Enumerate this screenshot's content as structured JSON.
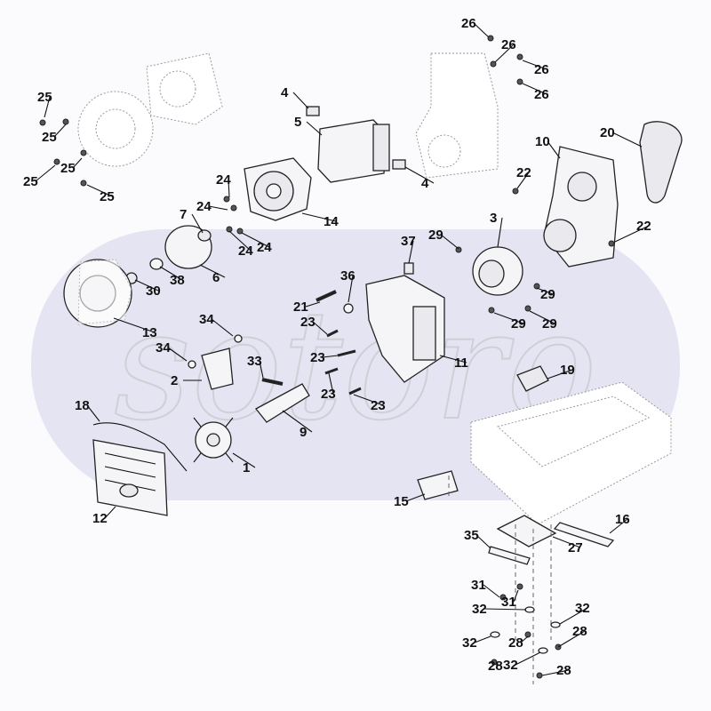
{
  "diagram": {
    "watermark": "sotoro",
    "colors": {
      "band": "#e4e4f3",
      "ink": "#111111",
      "line": "#222222",
      "ghost": "#9a9a9a"
    },
    "callouts": [
      "1",
      "2",
      "3",
      "4",
      "4",
      "5",
      "6",
      "7",
      "9",
      "10",
      "11",
      "12",
      "13",
      "14",
      "15",
      "16",
      "18",
      "19",
      "20",
      "21",
      "22",
      "22",
      "23",
      "23",
      "23",
      "23",
      "24",
      "24",
      "24",
      "24",
      "25",
      "25",
      "25",
      "25",
      "25",
      "26",
      "26",
      "26",
      "26",
      "27",
      "28",
      "28",
      "28",
      "28",
      "29",
      "29",
      "29",
      "29",
      "30",
      "31",
      "31",
      "32",
      "32",
      "32",
      "32",
      "33",
      "34",
      "34",
      "35",
      "36",
      "37",
      "38"
    ]
  }
}
